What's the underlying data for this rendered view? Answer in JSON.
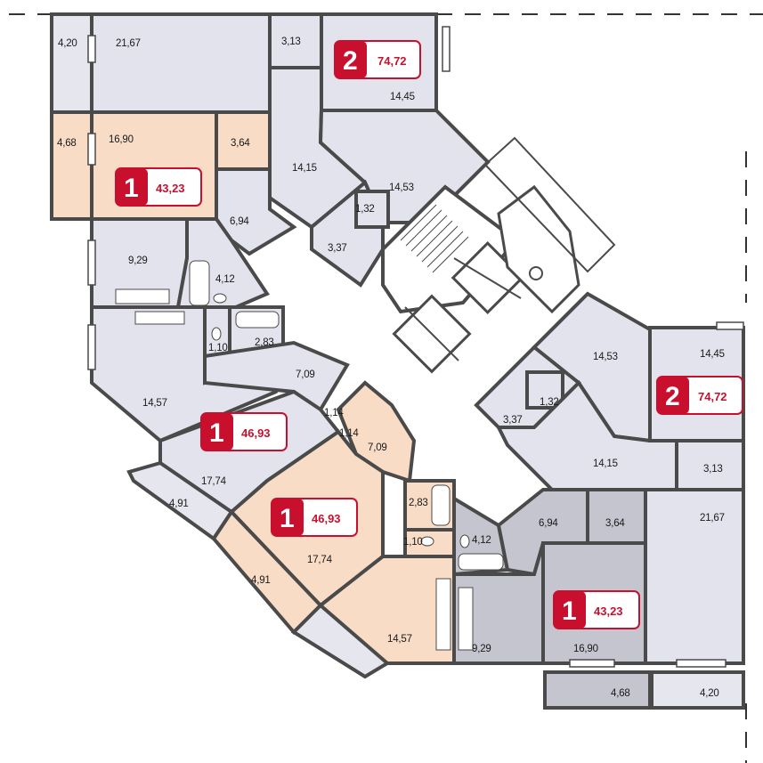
{
  "colors": {
    "apartment_purple": "#e3e3ee",
    "apartment_peach": "#f8dcc6",
    "apartment_gray": "#c5c5d0",
    "balcony_purple": "#e6e6ef",
    "walls": "#4a4a4a",
    "badge_red": "#c8102e"
  },
  "badges": [
    {
      "id": "badge-top-2",
      "rooms": "2",
      "area": "74,72"
    },
    {
      "id": "badge-right-2",
      "rooms": "2",
      "area": "74,72"
    },
    {
      "id": "badge-upper-1",
      "rooms": "1",
      "area": "43,23"
    },
    {
      "id": "badge-mid-1",
      "rooms": "1",
      "area": "46,93"
    },
    {
      "id": "badge-peach-1",
      "rooms": "1",
      "area": "46,93"
    },
    {
      "id": "badge-lower-1",
      "rooms": "1",
      "area": "43,23"
    }
  ],
  "room_areas": [
    "4,20",
    "21,67",
    "3,13",
    "14,45",
    "4,68",
    "16,90",
    "3,64",
    "14,15",
    "14,53",
    "6,94",
    "1,32",
    "3,37",
    "9,29",
    "4,12",
    "1,10",
    "2,83",
    "7,09",
    "14,57",
    "1,14",
    "1,14",
    "7,09",
    "17,74",
    "4,91",
    "2,83",
    "17,74",
    "1,10",
    "4,12",
    "4,91",
    "14,57",
    "9,29",
    "14,53",
    "14,45",
    "1,32",
    "3,37",
    "14,15",
    "3,13",
    "6,94",
    "3,64",
    "21,67",
    "16,90",
    "4,68",
    "4,20"
  ]
}
